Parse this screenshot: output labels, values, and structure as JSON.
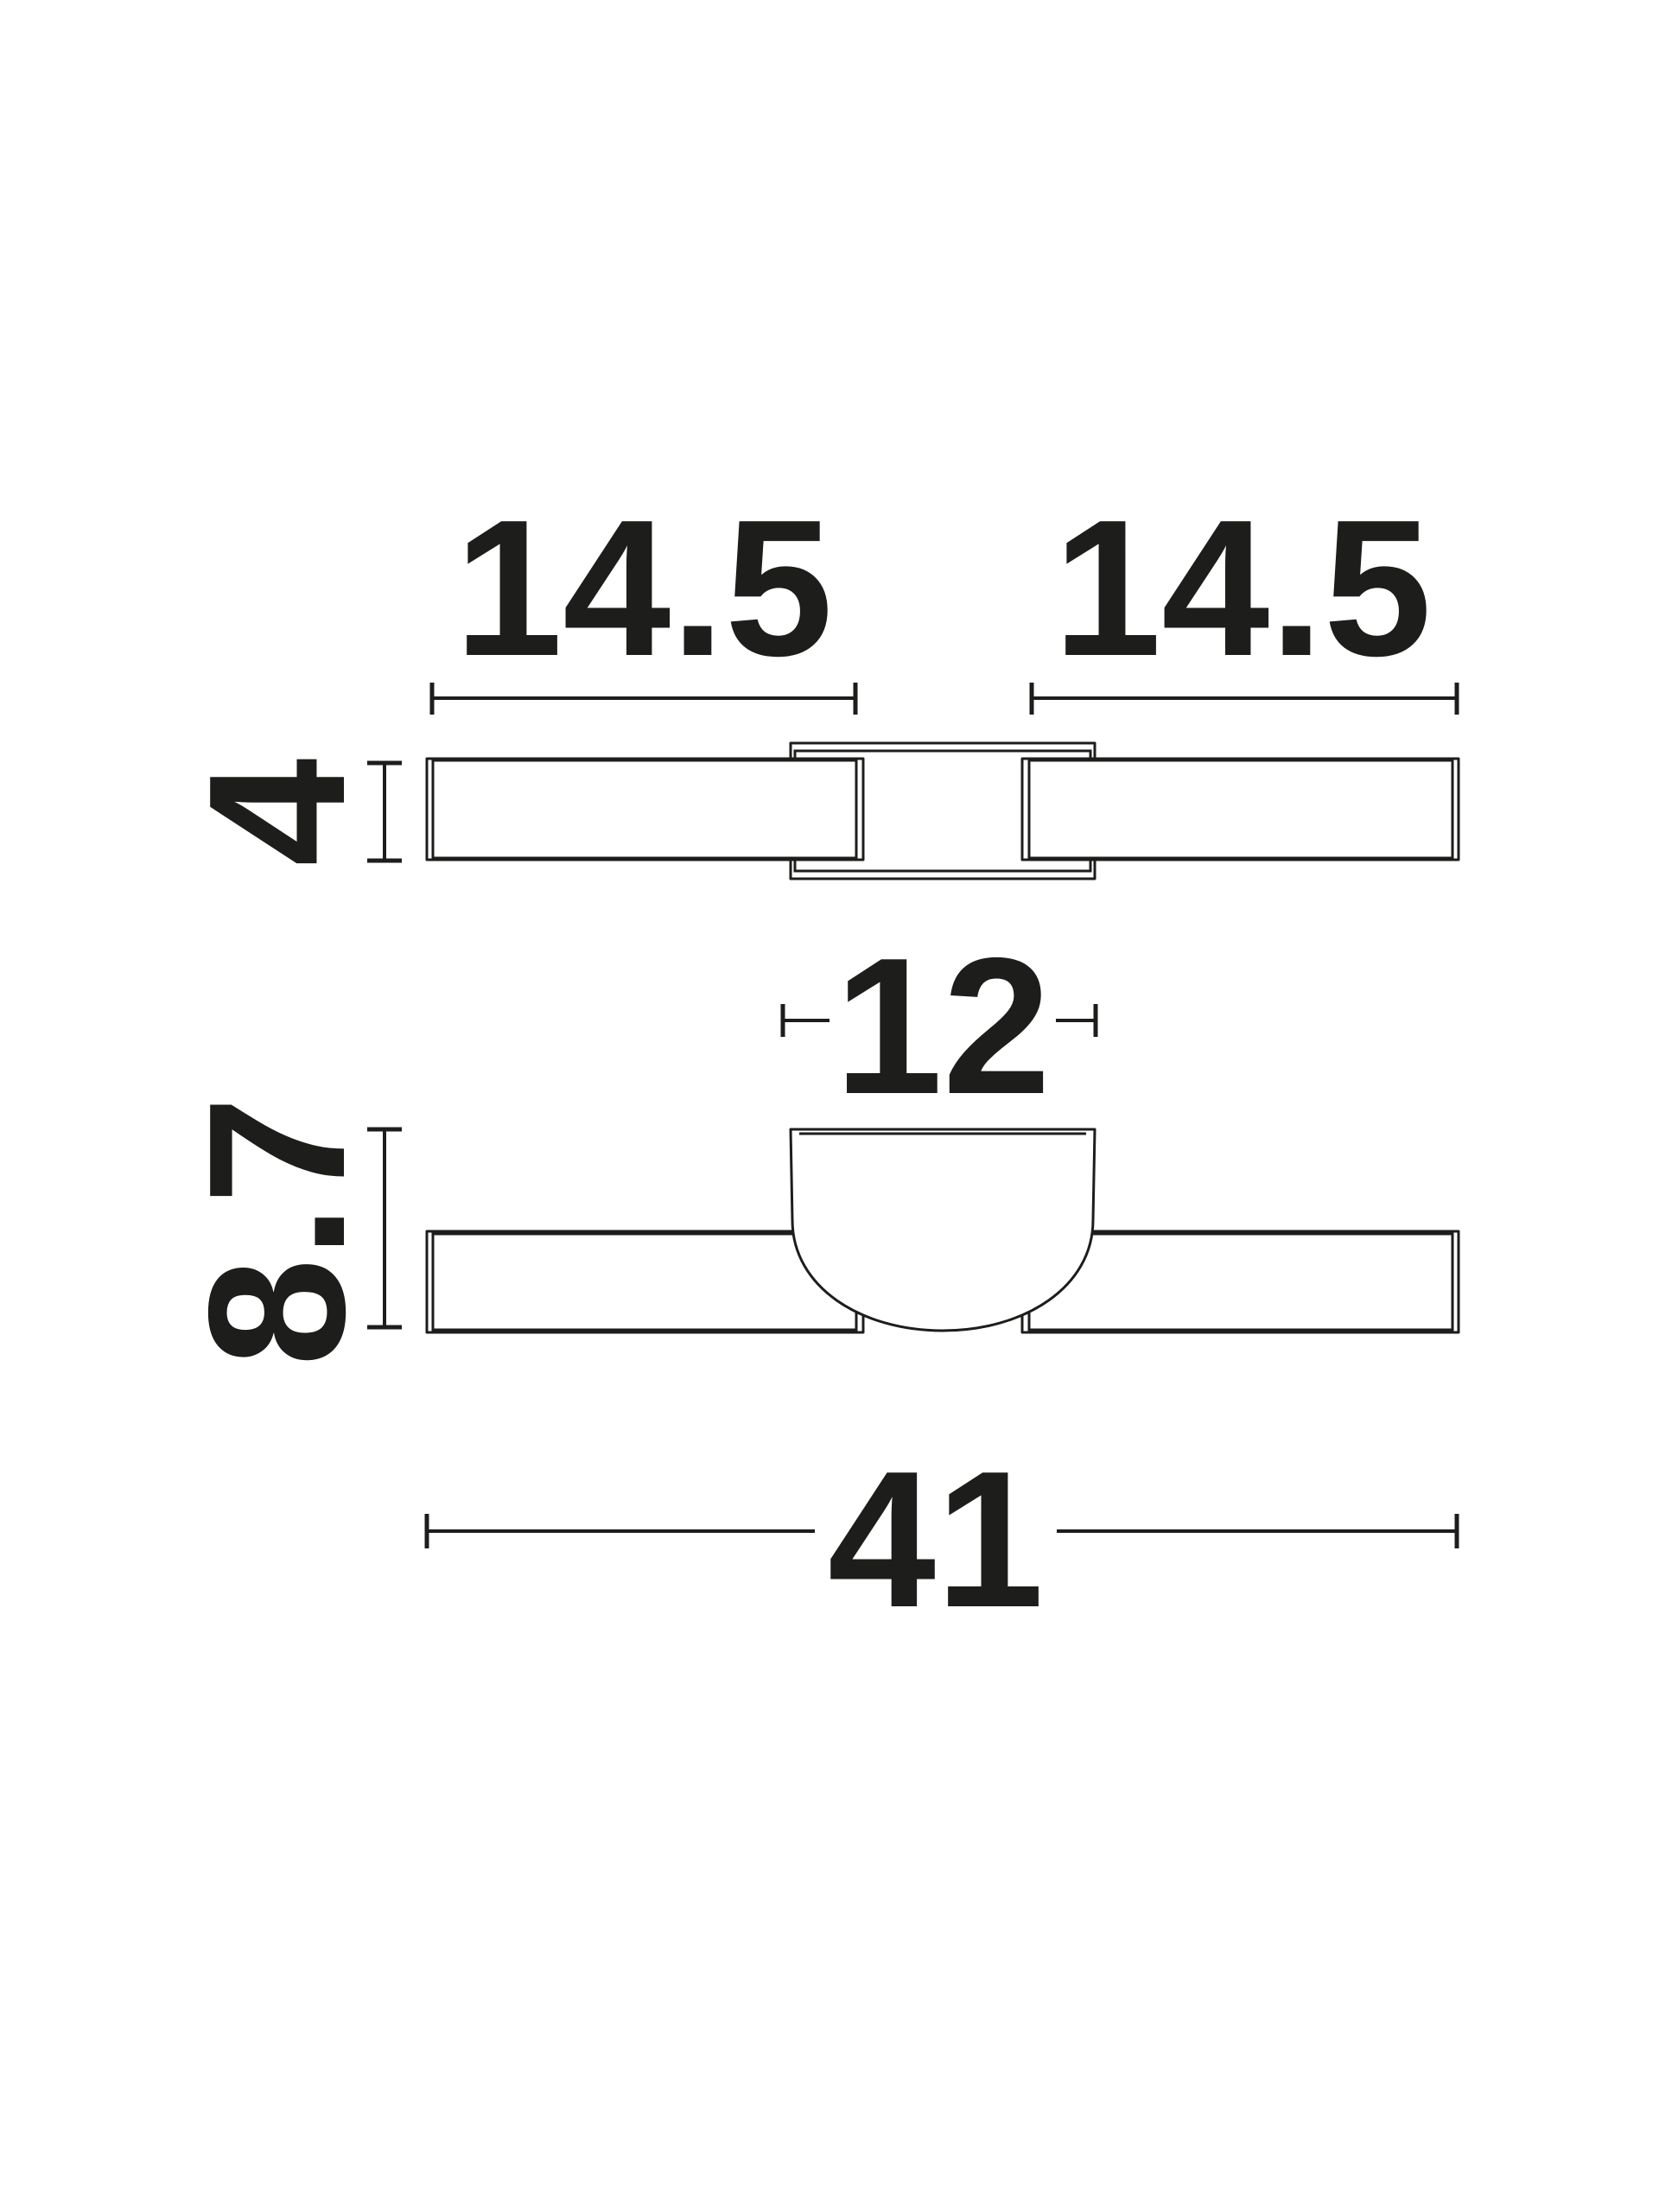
{
  "colors": {
    "ink": "#1d1d1b",
    "background": "#ffffff"
  },
  "dimensions": {
    "left_arm_length": "14.5",
    "right_arm_length": "14.5",
    "arm_height": "4",
    "center_width": "12",
    "total_height": "8.7",
    "total_length": "41"
  }
}
